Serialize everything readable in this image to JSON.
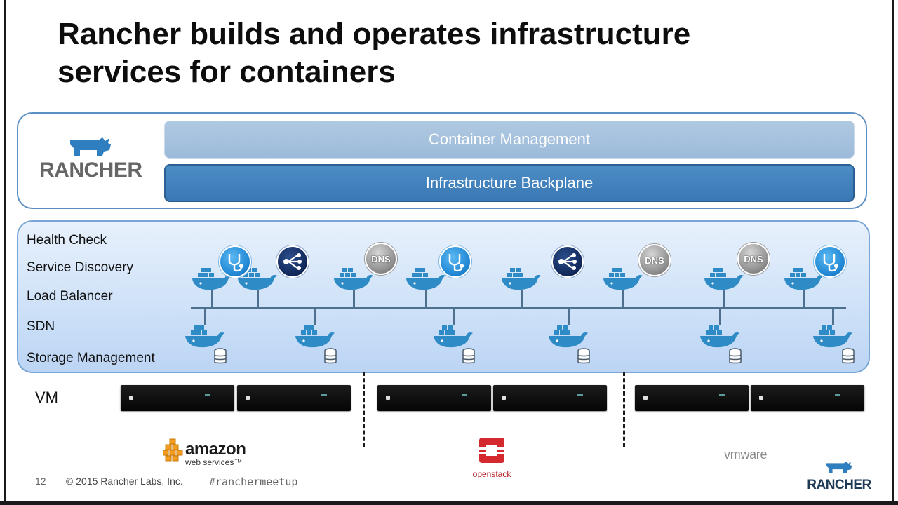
{
  "slide": {
    "title_lines": [
      "Rancher builds and operates infrastructure",
      "services for containers"
    ],
    "page_number": "12",
    "copyright": "© 2015 Rancher Labs, Inc.",
    "hashtag": "#ranchermeetup"
  },
  "rancher_box": {
    "brand": "RANCHER",
    "layers": {
      "top": "Container Management",
      "bottom": "Infrastructure Backplane"
    }
  },
  "services": {
    "labels": [
      "Health Check",
      "Service Discovery",
      "Load Balancer",
      "SDN",
      "Storage Management"
    ],
    "dns_badge": "DNS"
  },
  "vm_row": {
    "label": "VM"
  },
  "providers": {
    "aws_word": "amazon",
    "aws_sub": "web services™",
    "openstack": "openstack",
    "vmware": "vmware"
  },
  "footer_brand": "RANCHER",
  "colors": {
    "backplane": "#3a78b4",
    "container_mgmt": "#9cbbd9",
    "panel_border": "#7aa6d6",
    "whale": "#2f8bc6"
  }
}
